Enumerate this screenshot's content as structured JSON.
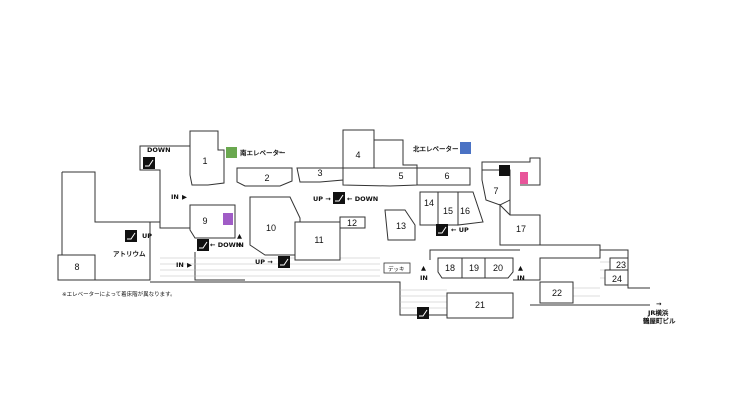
{
  "shops": [
    {
      "id": "1",
      "label": "1"
    },
    {
      "id": "2",
      "label": "2"
    },
    {
      "id": "3",
      "label": "3"
    },
    {
      "id": "4",
      "label": "4"
    },
    {
      "id": "5",
      "label": "5"
    },
    {
      "id": "6",
      "label": "6"
    },
    {
      "id": "7",
      "label": "7"
    },
    {
      "id": "8",
      "label": "8"
    },
    {
      "id": "9",
      "label": "9"
    },
    {
      "id": "10",
      "label": "10"
    },
    {
      "id": "11",
      "label": "11"
    },
    {
      "id": "12",
      "label": "12"
    },
    {
      "id": "13",
      "label": "13"
    },
    {
      "id": "14",
      "label": "14"
    },
    {
      "id": "15",
      "label": "15"
    },
    {
      "id": "16",
      "label": "16"
    },
    {
      "id": "17",
      "label": "17"
    },
    {
      "id": "18",
      "label": "18"
    },
    {
      "id": "19",
      "label": "19"
    },
    {
      "id": "20",
      "label": "20"
    },
    {
      "id": "21",
      "label": "21"
    },
    {
      "id": "22",
      "label": "22"
    },
    {
      "id": "23",
      "label": "23"
    },
    {
      "id": "24",
      "label": "24"
    }
  ],
  "labels": {
    "south_elevator": "南エレベーター",
    "north_elevator": "北エレベーター",
    "atrium": "アトリウム",
    "deck": "デッキ",
    "note": "※エレベーターによって着床階が異なります。",
    "jr_line1": "JR横浜",
    "jr_line2": "鶴屋町ビル",
    "jr_arrow": "→"
  },
  "escalators": {
    "down_top": "DOWN",
    "up_atrium": "UP",
    "down_left": "← DOWN",
    "up_mid": "UP →",
    "up_down_center_up": "UP →",
    "up_down_center_down": "← DOWN",
    "up_right": "← UP"
  },
  "entrances": {
    "in_left_top": "IN",
    "in_left_mid": "IN",
    "in_left_bottom": "IN",
    "in_center": "IN",
    "in_right": "IN",
    "in_arrow": "▶",
    "in_up_arrow": "▲"
  },
  "colors": {
    "south_elevator": "#6aa84f",
    "north_elevator": "#4a72c4",
    "elevator9": "#a05cc6",
    "restroom_female": "#e8559a",
    "wall": "#333333"
  }
}
